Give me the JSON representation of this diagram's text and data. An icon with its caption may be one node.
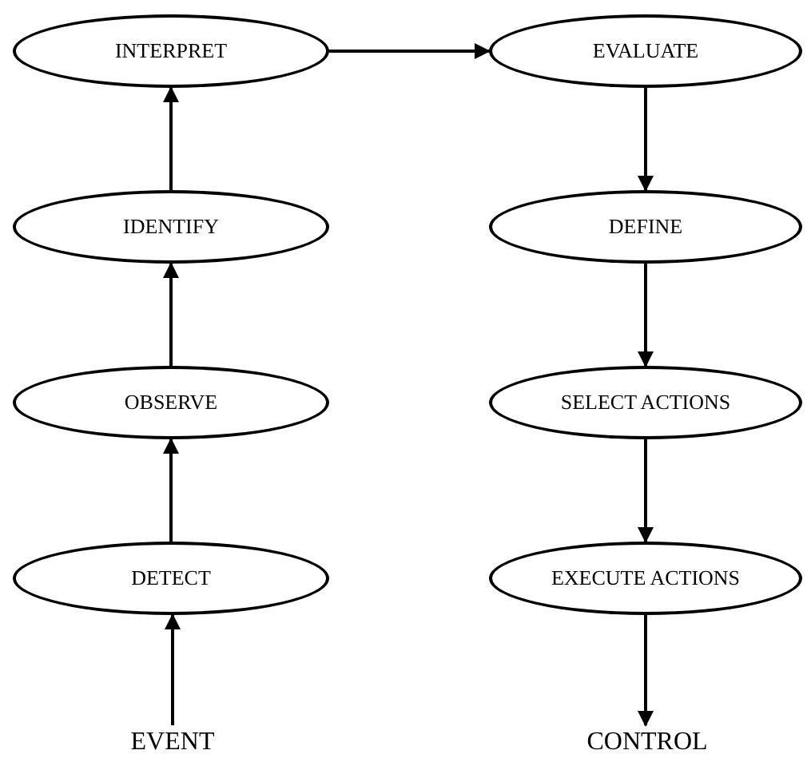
{
  "diagram": {
    "nodes": [
      {
        "text": [
          "INTERPRET"
        ]
      },
      {
        "text": [
          "IDENTIFY"
        ]
      },
      {
        "text": [
          "OBSERVE"
        ]
      },
      {
        "text": [
          "DETECT"
        ]
      },
      {
        "text": [
          "EVENT"
        ]
      },
      {
        "text": [
          "EVALUATE"
        ]
      },
      {
        "text": [
          "DEFINE"
        ]
      },
      {
        "text": [
          "SELECT ACTIONS"
        ]
      },
      {
        "text": [
          "EXECUTE ACTIONS"
        ]
      },
      {
        "text": [
          "CONTROL"
        ]
      }
    ],
    "edges": [
      {
        "from": 4,
        "to": 3,
        "arrow": "to"
      },
      {
        "from": 3,
        "to": 2,
        "arrow": "to"
      },
      {
        "from": 2,
        "to": 1,
        "arrow": "to"
      },
      {
        "from": 1,
        "to": 0,
        "arrow": "to"
      },
      {
        "from": 0,
        "to": 5,
        "arrow": "to"
      },
      {
        "from": 5,
        "to": 6,
        "arrow": "to"
      },
      {
        "from": 6,
        "to": 7,
        "arrow": "to"
      },
      {
        "from": 7,
        "to": 8,
        "arrow": "to"
      },
      {
        "from": 8,
        "to": 9,
        "arrow": "to"
      }
    ]
  }
}
